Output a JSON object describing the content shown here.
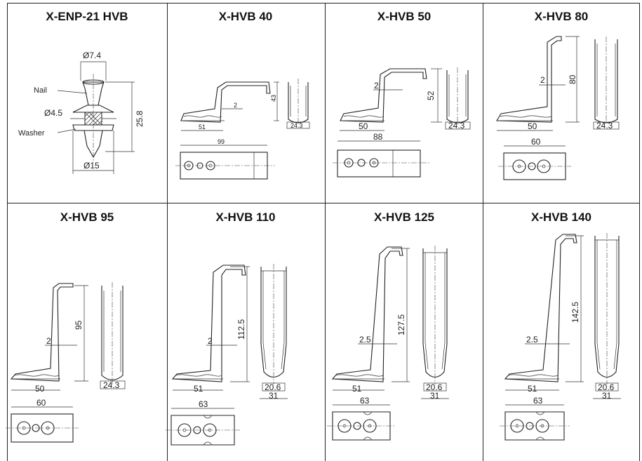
{
  "cells": [
    {
      "title": "X-ENP-21 HVB",
      "dims": {
        "head_d": "Ø7.4",
        "shank_d": "Ø4.5",
        "len": "25.8",
        "washer_d": "Ø15"
      },
      "labels": {
        "nail": "Nail",
        "washer": "Washer"
      }
    },
    {
      "title": "X-HVB 40",
      "dims": {
        "t": "2",
        "h": "43",
        "w": "51",
        "total": "99",
        "side": "24.3"
      }
    },
    {
      "title": "X-HVB 50",
      "dims": {
        "t": "2",
        "h": "52",
        "w": "50",
        "total": "88",
        "side": "24.3"
      }
    },
    {
      "title": "X-HVB 80",
      "dims": {
        "t": "2",
        "h": "80",
        "w": "50",
        "total": "60",
        "side": "24.3"
      }
    },
    {
      "title": "X-HVB 95",
      "dims": {
        "t": "2",
        "h": "95",
        "w": "50",
        "total": "60",
        "side": "24.3"
      }
    },
    {
      "title": "X-HVB 110",
      "dims": {
        "t": "2",
        "h": "112.5",
        "w": "51",
        "total": "63",
        "side_in": "20.6",
        "side_out": "31"
      }
    },
    {
      "title": "X-HVB 125",
      "dims": {
        "t": "2.5",
        "h": "127.5",
        "w": "51",
        "total": "63",
        "side_in": "20.6",
        "side_out": "31"
      }
    },
    {
      "title": "X-HVB 140",
      "dims": {
        "t": "2.5",
        "h": "142.5",
        "w": "51",
        "total": "63",
        "side_in": "20.6",
        "side_out": "31"
      }
    }
  ]
}
